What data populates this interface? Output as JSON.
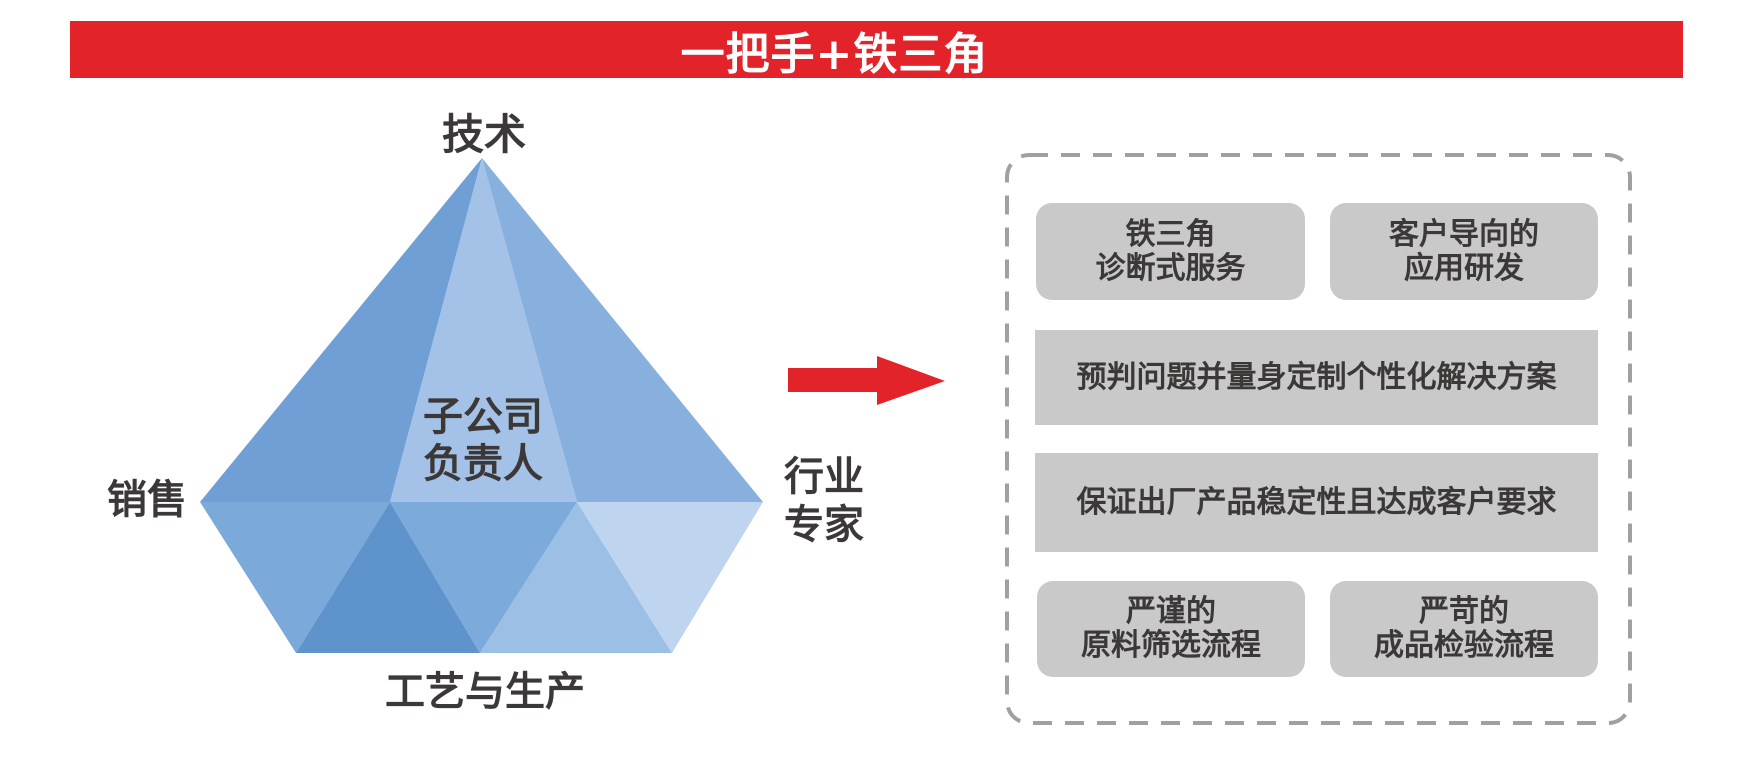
{
  "banner": {
    "title": "一把手+铁三角"
  },
  "diamond": {
    "top_label": "技术",
    "left_label": "销售",
    "right_label_line1": "行业",
    "right_label_line2": "专家",
    "bottom_label": "工艺与生产",
    "center_label_line1": "子公司",
    "center_label_line2": "负责人",
    "facet_colors": {
      "crown_left": "#6f9fd5",
      "crown_center": "#a4c2e7",
      "crown_right": "#87b0de",
      "pavilion_1": "#7aa9da",
      "pavilion_2": "#5f93cc",
      "pavilion_3": "#7cabdb",
      "pavilion_4": "#9cbfe5",
      "pavilion_5": "#bfd5ef"
    }
  },
  "arrow": {
    "color": "#e2232a"
  },
  "panel": {
    "border_color": "#a0a0a0",
    "box_color": "#c9c9c9",
    "boxes": [
      {
        "lines": [
          "铁三角",
          "诊断式服务"
        ]
      },
      {
        "lines": [
          "客户导向的",
          "应用研发"
        ]
      },
      {
        "lines": [
          "预判问题并量身定制个性化解决方案"
        ]
      },
      {
        "lines": [
          "保证出厂产品稳定性且达成客户要求"
        ]
      },
      {
        "lines": [
          "严谨的",
          "原料筛选流程"
        ]
      },
      {
        "lines": [
          "严苛的",
          "成品检验流程"
        ]
      }
    ]
  },
  "colors": {
    "accent_red": "#e2232a",
    "box_gray": "#c9c9c9",
    "dash_gray": "#a0a0a0",
    "text_dark": "#3b3837"
  }
}
